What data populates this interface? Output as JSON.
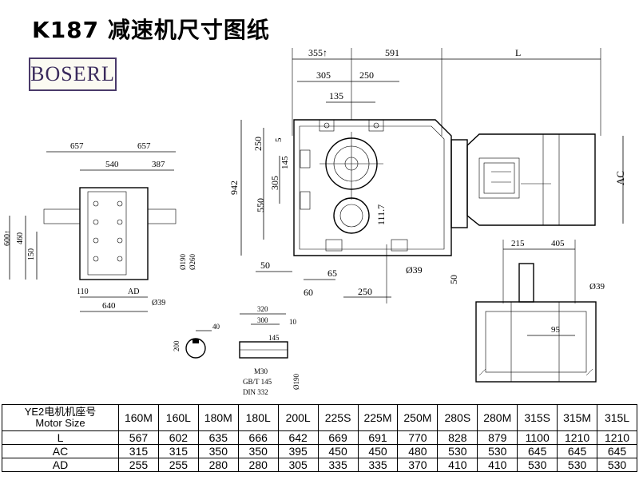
{
  "title": "K187 减速机尺寸图纸",
  "logo": "BOSERL",
  "drawing": {
    "side_dims": [
      "355↑",
      "591",
      "L",
      "305",
      "250",
      "135",
      "250",
      "5",
      "942",
      "550",
      "305",
      "145",
      "111.7",
      "50",
      "60",
      "65",
      "250",
      "Ø39",
      "AC",
      "50",
      "215",
      "405",
      "Ø39",
      "95"
    ],
    "front_dims": [
      "657",
      "657",
      "540",
      "387",
      "460",
      "600↑",
      "150",
      "110",
      "AD",
      "640",
      "Ø39",
      "Ø190",
      "Ø260"
    ],
    "shaft_dims": [
      "40",
      "200",
      "320",
      "300",
      "145",
      "10",
      "M30",
      "GB/T 145",
      "DIN 332",
      "Ø190"
    ]
  },
  "table": {
    "header_label": "YE2电机机座号\nMotor Size",
    "sizes": [
      "160M",
      "160L",
      "180M",
      "180L",
      "200L",
      "225S",
      "225M",
      "250M",
      "280S",
      "280M",
      "315S",
      "315M",
      "315L"
    ],
    "rows": [
      {
        "label": "L",
        "values": [
          "567",
          "602",
          "635",
          "666",
          "642",
          "669",
          "691",
          "770",
          "828",
          "879",
          "1100",
          "1210",
          "1210"
        ]
      },
      {
        "label": "AC",
        "values": [
          "315",
          "315",
          "350",
          "350",
          "395",
          "450",
          "450",
          "480",
          "530",
          "530",
          "645",
          "645",
          "645"
        ]
      },
      {
        "label": "AD",
        "values": [
          "255",
          "255",
          "280",
          "280",
          "305",
          "335",
          "335",
          "370",
          "410",
          "410",
          "530",
          "530",
          "530"
        ]
      }
    ]
  }
}
